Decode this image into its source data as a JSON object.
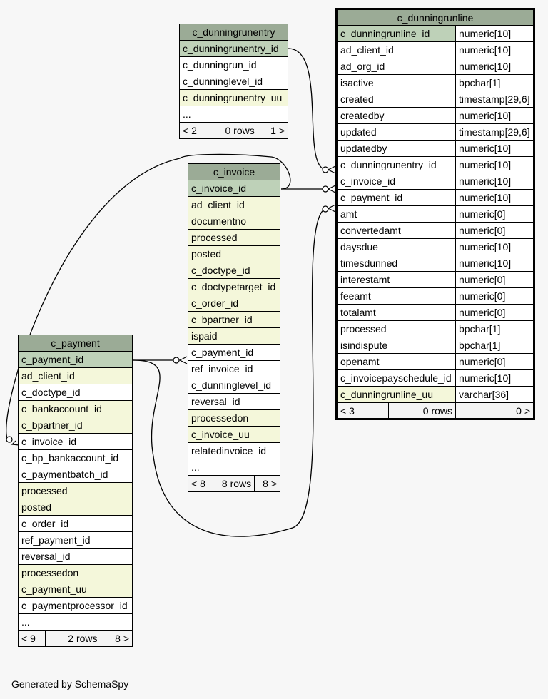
{
  "tables": {
    "dunningrunentry": {
      "name": "c_dunningrunentry",
      "rows": [
        {
          "name": "c_dunningrunentry_id",
          "kind": "pk"
        },
        {
          "name": "c_dunningrun_id",
          "kind": "plain"
        },
        {
          "name": "c_dunninglevel_id",
          "kind": "plain"
        },
        {
          "name": "c_dunningrunentry_uu",
          "kind": "ix"
        },
        {
          "name": "...",
          "kind": "plain"
        }
      ],
      "footer": {
        "prev": "< 2",
        "rows": "0 rows",
        "next": "1 >"
      }
    },
    "invoice": {
      "name": "c_invoice",
      "rows": [
        {
          "name": "c_invoice_id",
          "kind": "pk"
        },
        {
          "name": "ad_client_id",
          "kind": "ix"
        },
        {
          "name": "documentno",
          "kind": "ix"
        },
        {
          "name": "processed",
          "kind": "ix"
        },
        {
          "name": "posted",
          "kind": "ix"
        },
        {
          "name": "c_doctype_id",
          "kind": "ix"
        },
        {
          "name": "c_doctypetarget_id",
          "kind": "ix"
        },
        {
          "name": "c_order_id",
          "kind": "ix"
        },
        {
          "name": "c_bpartner_id",
          "kind": "ix"
        },
        {
          "name": "ispaid",
          "kind": "ix"
        },
        {
          "name": "c_payment_id",
          "kind": "plain"
        },
        {
          "name": "ref_invoice_id",
          "kind": "plain"
        },
        {
          "name": "c_dunninglevel_id",
          "kind": "plain"
        },
        {
          "name": "reversal_id",
          "kind": "plain"
        },
        {
          "name": "processedon",
          "kind": "ix"
        },
        {
          "name": "c_invoice_uu",
          "kind": "ix"
        },
        {
          "name": "relatedinvoice_id",
          "kind": "plain"
        },
        {
          "name": "...",
          "kind": "plain"
        }
      ],
      "footer": {
        "prev": "< 8",
        "rows": "8 rows",
        "next": "8 >"
      }
    },
    "payment": {
      "name": "c_payment",
      "rows": [
        {
          "name": "c_payment_id",
          "kind": "pk"
        },
        {
          "name": "ad_client_id",
          "kind": "ix"
        },
        {
          "name": "c_doctype_id",
          "kind": "plain"
        },
        {
          "name": "c_bankaccount_id",
          "kind": "ix"
        },
        {
          "name": "c_bpartner_id",
          "kind": "ix"
        },
        {
          "name": "c_invoice_id",
          "kind": "plain"
        },
        {
          "name": "c_bp_bankaccount_id",
          "kind": "plain"
        },
        {
          "name": "c_paymentbatch_id",
          "kind": "plain"
        },
        {
          "name": "processed",
          "kind": "ix"
        },
        {
          "name": "posted",
          "kind": "ix"
        },
        {
          "name": "c_order_id",
          "kind": "plain"
        },
        {
          "name": "ref_payment_id",
          "kind": "plain"
        },
        {
          "name": "reversal_id",
          "kind": "plain"
        },
        {
          "name": "processedon",
          "kind": "ix"
        },
        {
          "name": "c_payment_uu",
          "kind": "ix"
        },
        {
          "name": "c_paymentprocessor_id",
          "kind": "plain"
        },
        {
          "name": "...",
          "kind": "plain"
        }
      ],
      "footer": {
        "prev": "< 9",
        "rows": "2 rows",
        "next": "8 >"
      }
    },
    "dunningrunline": {
      "name": "c_dunningrunline",
      "rows": [
        {
          "name": "c_dunningrunline_id",
          "type": "numeric[10]",
          "kind": "pk"
        },
        {
          "name": "ad_client_id",
          "type": "numeric[10]",
          "kind": "plain"
        },
        {
          "name": "ad_org_id",
          "type": "numeric[10]",
          "kind": "plain"
        },
        {
          "name": "isactive",
          "type": "bpchar[1]",
          "kind": "plain"
        },
        {
          "name": "created",
          "type": "timestamp[29,6]",
          "kind": "plain"
        },
        {
          "name": "createdby",
          "type": "numeric[10]",
          "kind": "plain"
        },
        {
          "name": "updated",
          "type": "timestamp[29,6]",
          "kind": "plain"
        },
        {
          "name": "updatedby",
          "type": "numeric[10]",
          "kind": "plain"
        },
        {
          "name": "c_dunningrunentry_id",
          "type": "numeric[10]",
          "kind": "plain"
        },
        {
          "name": "c_invoice_id",
          "type": "numeric[10]",
          "kind": "plain"
        },
        {
          "name": "c_payment_id",
          "type": "numeric[10]",
          "kind": "plain"
        },
        {
          "name": "amt",
          "type": "numeric[0]",
          "kind": "plain"
        },
        {
          "name": "convertedamt",
          "type": "numeric[0]",
          "kind": "plain"
        },
        {
          "name": "daysdue",
          "type": "numeric[10]",
          "kind": "plain"
        },
        {
          "name": "timesdunned",
          "type": "numeric[10]",
          "kind": "plain"
        },
        {
          "name": "interestamt",
          "type": "numeric[0]",
          "kind": "plain"
        },
        {
          "name": "feeamt",
          "type": "numeric[0]",
          "kind": "plain"
        },
        {
          "name": "totalamt",
          "type": "numeric[0]",
          "kind": "plain"
        },
        {
          "name": "processed",
          "type": "bpchar[1]",
          "kind": "plain"
        },
        {
          "name": "isindispute",
          "type": "bpchar[1]",
          "kind": "plain"
        },
        {
          "name": "openamt",
          "type": "numeric[0]",
          "kind": "plain"
        },
        {
          "name": "c_invoicepayschedule_id",
          "type": "numeric[10]",
          "kind": "plain"
        },
        {
          "name": "c_dunningrunline_uu",
          "type": "varchar[36]",
          "kind": "ix"
        }
      ],
      "footer": {
        "prev": "< 3",
        "rows": "0 rows",
        "next": "0 >"
      }
    }
  },
  "colors": {
    "header": "#9bab96",
    "primary_key": "#bed1b8",
    "indexed": "#f4f7da",
    "background": "#f7f7f7"
  },
  "credit": "Generated by SchemaSpy"
}
